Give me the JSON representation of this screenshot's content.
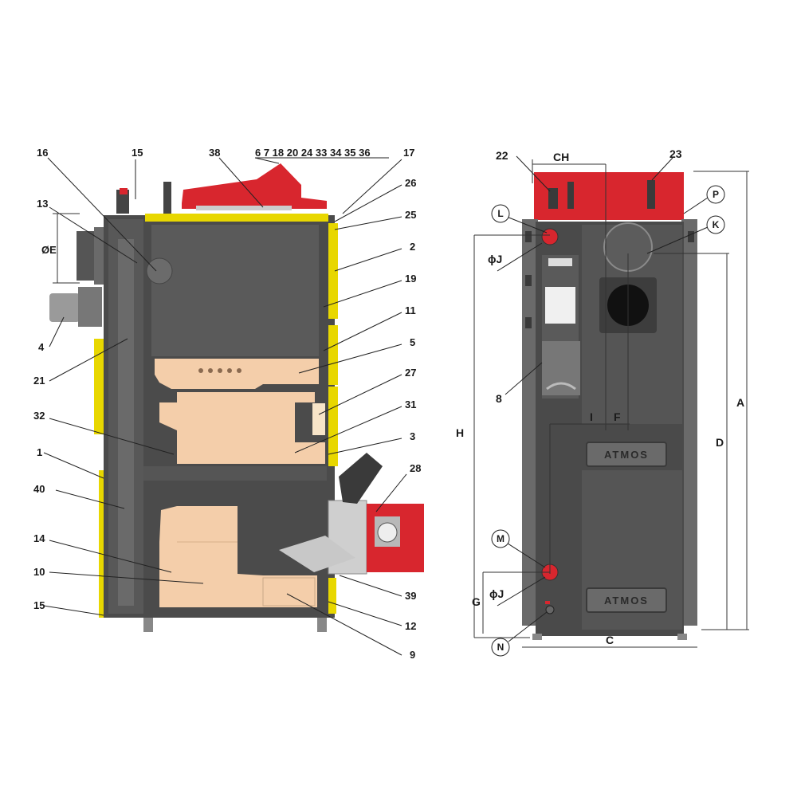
{
  "colors": {
    "body": "#4a4a4a",
    "body_light": "#7a7a7a",
    "insulation": "#e8d700",
    "lining": "#f4ceaa",
    "red": "#d8262e",
    "grey_panel": "#5a5a5a"
  },
  "left_labels": {
    "n16": "16",
    "n15a": "15",
    "n38": "38",
    "group": "6 7 18 20 24 33 34 35 36",
    "n17": "17",
    "n13": "13",
    "n26": "26",
    "n25": "25",
    "n2": "2",
    "n19": "19",
    "n11": "11",
    "n5": "5",
    "n4": "4",
    "n21": "21",
    "n27": "27",
    "n32": "32",
    "n31": "31",
    "n3": "3",
    "n1": "1",
    "n28": "28",
    "n40": "40",
    "n14": "14",
    "n10": "10",
    "n39": "39",
    "n15b": "15",
    "n12": "12",
    "n9": "9",
    "dimE": "ØE"
  },
  "right_labels": {
    "n22": "22",
    "CH": "CH",
    "n23": "23",
    "P": "P",
    "L": "L",
    "K": "K",
    "phiJ_top": "ϕJ",
    "n8": "8",
    "I": "I",
    "F": "F",
    "H": "H",
    "D": "D",
    "A": "A",
    "M": "M",
    "G": "G",
    "phiJ_bottom": "ϕJ",
    "N": "N",
    "C": "C"
  },
  "brand_plates": [
    "ATMOS",
    "ATMOS"
  ]
}
